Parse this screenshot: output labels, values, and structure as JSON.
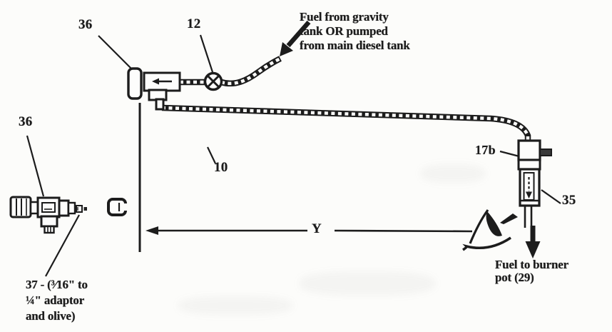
{
  "diagram": {
    "colors": {
      "ink": "#1c1c1c",
      "paper": "#fcfcfa"
    },
    "labels": {
      "part36_top": "36",
      "part12": "12",
      "part36_left": "36",
      "part10": "10",
      "part17b": "17b",
      "part35": "35",
      "dim_y": "Y"
    },
    "notes": {
      "fuel_from": [
        "Fuel from gravity",
        "tank OR pumped",
        "from main diesel tank"
      ],
      "fuel_to": [
        "Fuel to burner",
        "pot (29)"
      ],
      "part37": [
        "37 - (³⁄16\" to",
        "¼\" adaptor",
        "and olive)"
      ]
    },
    "icons": {
      "inlet_arrow": "down-left-arrow-icon",
      "flow_arrow": "down-arrow-icon",
      "valve": "cross-valve-icon",
      "sight": "eye-icon",
      "dimension": "left-arrow-dimension-line"
    }
  }
}
